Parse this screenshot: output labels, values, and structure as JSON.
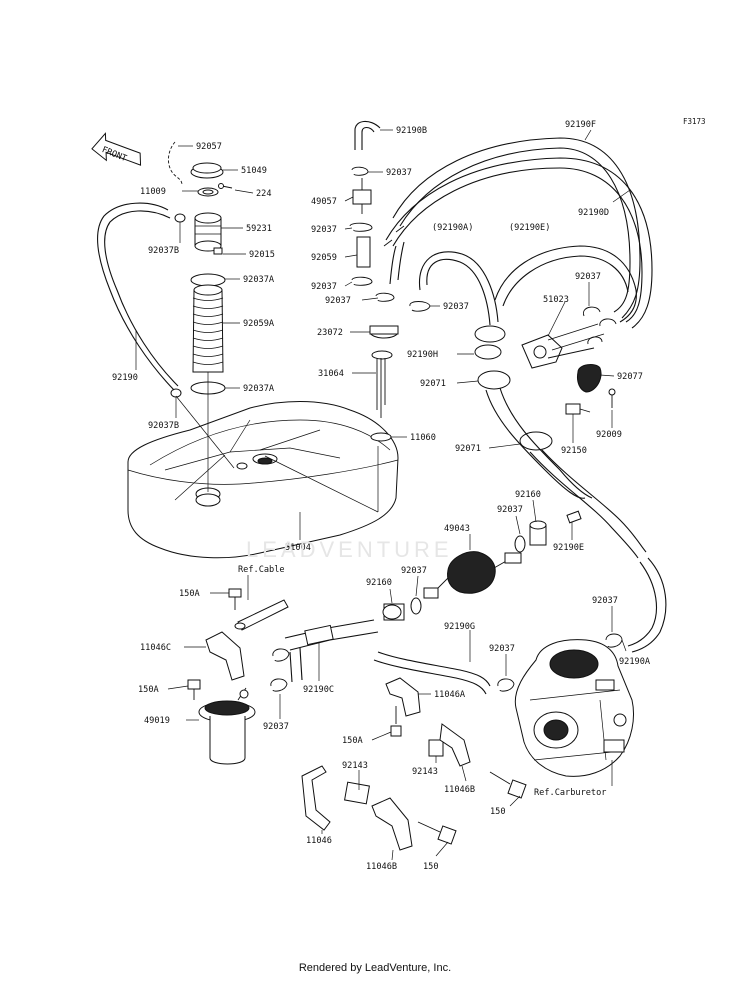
{
  "figure": {
    "code": "F3173",
    "front_label": "FRONT",
    "watermark": "LEADVENTURE",
    "footer": "Rendered by LeadVenture, Inc."
  },
  "callouts": [
    {
      "id": "c92057",
      "text": "92057"
    },
    {
      "id": "c51049",
      "text": "51049"
    },
    {
      "id": "c11009",
      "text": "11009"
    },
    {
      "id": "c224",
      "text": "224"
    },
    {
      "id": "c59231",
      "text": "59231"
    },
    {
      "id": "c92037b_top",
      "text": "92037B"
    },
    {
      "id": "c92015",
      "text": "92015"
    },
    {
      "id": "c92037a_1",
      "text": "92037A"
    },
    {
      "id": "c92059a",
      "text": "92059A"
    },
    {
      "id": "c92190_left",
      "text": "92190"
    },
    {
      "id": "c92037a_2",
      "text": "92037A"
    },
    {
      "id": "c92037b_bot",
      "text": "92037B"
    },
    {
      "id": "c51004",
      "text": "51004"
    },
    {
      "id": "c92190b",
      "text": "92190B"
    },
    {
      "id": "c92037_1",
      "text": "92037"
    },
    {
      "id": "c49057",
      "text": "49057"
    },
    {
      "id": "c92037_2",
      "text": "92037"
    },
    {
      "id": "c92059",
      "text": "92059"
    },
    {
      "id": "c92037_3",
      "text": "92037"
    },
    {
      "id": "c92037_4",
      "text": "92037"
    },
    {
      "id": "c92037_5",
      "text": "92037"
    },
    {
      "id": "c23072",
      "text": "23072"
    },
    {
      "id": "c31064",
      "text": "31064"
    },
    {
      "id": "c11060",
      "text": "11060"
    },
    {
      "id": "c92190f",
      "text": "92190F"
    },
    {
      "id": "c92190d",
      "text": "92190D"
    },
    {
      "id": "c92190a_p",
      "text": "(92190A)"
    },
    {
      "id": "c92190e_p",
      "text": "(92190E)"
    },
    {
      "id": "c92190h",
      "text": "92190H"
    },
    {
      "id": "c92071_1",
      "text": "92071"
    },
    {
      "id": "c92071_2",
      "text": "92071"
    },
    {
      "id": "c92037_6",
      "text": "92037"
    },
    {
      "id": "c51023",
      "text": "51023"
    },
    {
      "id": "c92077",
      "text": "92077"
    },
    {
      "id": "c92009",
      "text": "92009"
    },
    {
      "id": "c92150",
      "text": "92150"
    },
    {
      "id": "c92160_1",
      "text": "92160"
    },
    {
      "id": "c92037_7",
      "text": "92037"
    },
    {
      "id": "c49043",
      "text": "49043"
    },
    {
      "id": "c92190e",
      "text": "92190E"
    },
    {
      "id": "c92160_2",
      "text": "92160"
    },
    {
      "id": "c92037_8",
      "text": "92037"
    },
    {
      "id": "c92190g",
      "text": "92190G"
    },
    {
      "id": "c92037_9",
      "text": "92037"
    },
    {
      "id": "c92037_10",
      "text": "92037"
    },
    {
      "id": "c92190a",
      "text": "92190A"
    },
    {
      "id": "c_refcable",
      "text": "Ref.Cable"
    },
    {
      "id": "c150a_1",
      "text": "150A"
    },
    {
      "id": "c11046c",
      "text": "11046C"
    },
    {
      "id": "c150a_2",
      "text": "150A"
    },
    {
      "id": "c49019",
      "text": "49019"
    },
    {
      "id": "c92190c",
      "text": "92190C"
    },
    {
      "id": "c92037_11",
      "text": "92037"
    },
    {
      "id": "c11046a",
      "text": "11046A"
    },
    {
      "id": "c150a_3",
      "text": "150A"
    },
    {
      "id": "c92143_1",
      "text": "92143"
    },
    {
      "id": "c11046b_1",
      "text": "11046B"
    },
    {
      "id": "c150_1",
      "text": "150"
    },
    {
      "id": "c92143_2",
      "text": "92143"
    },
    {
      "id": "c11046",
      "text": "11046"
    },
    {
      "id": "c11046b_2",
      "text": "11046B"
    },
    {
      "id": "c150_2",
      "text": "150"
    },
    {
      "id": "c_refcarb",
      "text": "Ref.Carburetor"
    }
  ]
}
